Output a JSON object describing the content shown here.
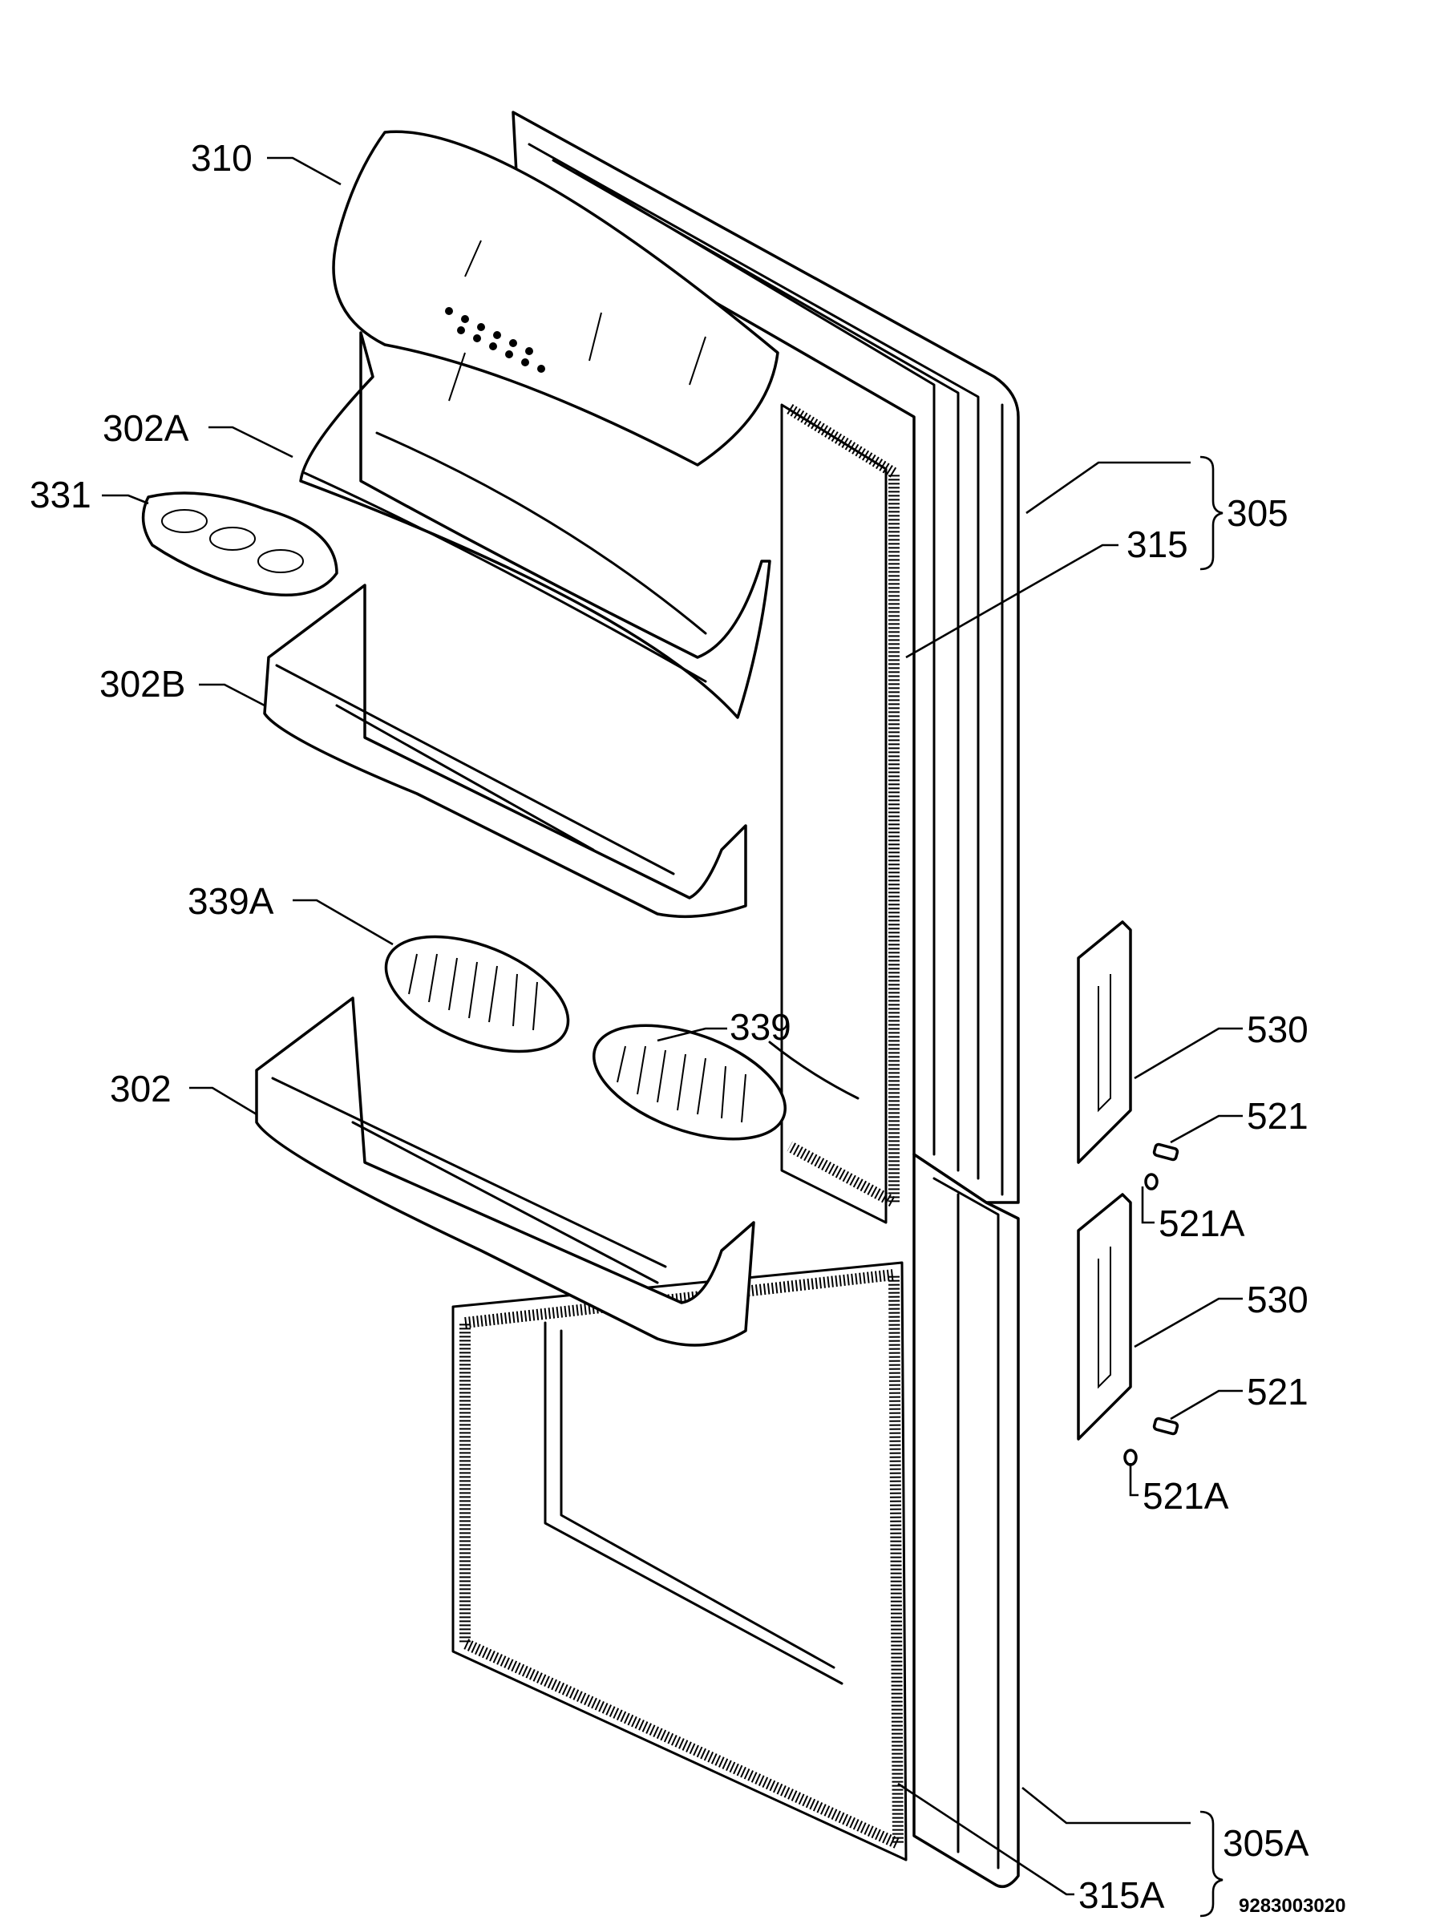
{
  "document_number": "9283003020",
  "labels": {
    "p310": "310",
    "p302a": "302A",
    "p331": "331",
    "p302b": "302B",
    "p339a": "339A",
    "p339": "339",
    "p302": "302",
    "p305": "305",
    "p315": "315",
    "p530_top": "530",
    "p521_top": "521",
    "p521a_top": "521A",
    "p530_bottom": "530",
    "p521_bottom": "521",
    "p521a_bottom": "521A",
    "p305a": "305A",
    "p315a": "315A"
  }
}
